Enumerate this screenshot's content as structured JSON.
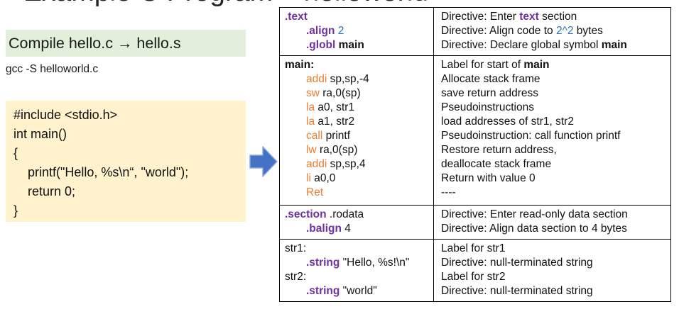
{
  "title": {
    "text": "Example C Program – helloworld"
  },
  "left_panel": {
    "compile_banner": "Compile hello.c → hello.s",
    "gcc_command": "gcc -S helloworld.c",
    "c_code_lines": [
      "#include <stdio.h>",
      "int main()",
      "{",
      "    printf(\"Hello, %s\\n“, \"world\");",
      "    return 0;",
      "}"
    ]
  },
  "arrow_icon": "right-block-arrow",
  "colors": {
    "directive_purple": "#7030A0",
    "mnemonic_orange": "#ED7D31",
    "literal_blue": "#2E75B6",
    "arrow_blue": "#4472C4",
    "banner_green": "#E2EFDA",
    "code_cream": "#FFF2CC",
    "table_border": "#000000"
  },
  "table": {
    "rows": [
      {
        "asm": [
          {
            "ind": false,
            "seg": [
              [
                "dir",
                ".text"
              ]
            ]
          },
          {
            "ind": true,
            "seg": [
              [
                "dir",
                ".align"
              ],
              [
                "p",
                " "
              ],
              [
                "num",
                "2"
              ]
            ]
          },
          {
            "ind": true,
            "seg": [
              [
                "dir",
                ".globl"
              ],
              [
                "b",
                " main"
              ]
            ]
          }
        ],
        "desc": [
          {
            "seg": [
              [
                "p",
                "Directive: Enter "
              ],
              [
                "dir",
                "text"
              ],
              [
                "p",
                " section"
              ]
            ]
          },
          {
            "seg": [
              [
                "p",
                "Directive: Align code to "
              ],
              [
                "num",
                "2^2"
              ],
              [
                "p",
                " bytes"
              ]
            ]
          },
          {
            "seg": [
              [
                "p",
                "Directive: Declare global symbol "
              ],
              [
                "b",
                "main"
              ]
            ]
          }
        ]
      },
      {
        "asm": [
          {
            "ind": false,
            "seg": [
              [
                "b",
                "main:"
              ]
            ]
          },
          {
            "ind": true,
            "seg": [
              [
                "op",
                "addi"
              ],
              [
                "p",
                " sp,sp,-4"
              ]
            ]
          },
          {
            "ind": true,
            "seg": [
              [
                "op",
                "sw"
              ],
              [
                "p",
                " ra,0(sp)"
              ]
            ]
          },
          {
            "ind": true,
            "seg": [
              [
                "op",
                "la"
              ],
              [
                "p",
                " a0, str1"
              ]
            ]
          },
          {
            "ind": true,
            "seg": [
              [
                "op",
                "la"
              ],
              [
                "p",
                " a1, str2"
              ]
            ]
          },
          {
            "ind": true,
            "seg": [
              [
                "op",
                "call"
              ],
              [
                "p",
                " printf"
              ]
            ]
          },
          {
            "ind": true,
            "seg": [
              [
                "op",
                "lw"
              ],
              [
                "p",
                " ra,0(sp)"
              ]
            ]
          },
          {
            "ind": true,
            "seg": [
              [
                "op",
                "addi"
              ],
              [
                "p",
                " sp,sp,4"
              ]
            ]
          },
          {
            "ind": true,
            "seg": [
              [
                "op",
                "li"
              ],
              [
                "p",
                " a0,0"
              ]
            ]
          },
          {
            "ind": true,
            "seg": [
              [
                "op",
                "Ret"
              ]
            ]
          }
        ],
        "desc": [
          {
            "seg": [
              [
                "p",
                "Label for start of "
              ],
              [
                "b",
                "main"
              ]
            ]
          },
          {
            "seg": [
              [
                "p",
                "Allocate stack frame"
              ]
            ]
          },
          {
            "seg": [
              [
                "p",
                "save return address"
              ]
            ]
          },
          {
            "seg": [
              [
                "p",
                "Pseudoinstructions"
              ]
            ]
          },
          {
            "seg": [
              [
                "p",
                "load addresses of str1, str2"
              ]
            ]
          },
          {
            "seg": [
              [
                "p",
                "Pseudoinstruction: call function printf"
              ]
            ]
          },
          {
            "seg": [
              [
                "p",
                "Restore return address,"
              ]
            ]
          },
          {
            "seg": [
              [
                "p",
                "deallocate stack frame"
              ]
            ]
          },
          {
            "seg": [
              [
                "p",
                "Return with value 0"
              ]
            ]
          },
          {
            "seg": [
              [
                "p",
                "----"
              ]
            ]
          }
        ]
      },
      {
        "asm": [
          {
            "ind": false,
            "seg": [
              [
                "dir",
                ".section"
              ],
              [
                "p",
                " .rodata"
              ]
            ]
          },
          {
            "ind": true,
            "seg": [
              [
                "dir",
                ".balign"
              ],
              [
                "p",
                " 4"
              ]
            ]
          }
        ],
        "desc": [
          {
            "seg": [
              [
                "p",
                "Directive: Enter read-only data section"
              ]
            ]
          },
          {
            "seg": [
              [
                "p",
                "Directive: Align data section to 4 bytes"
              ]
            ]
          }
        ]
      },
      {
        "asm": [
          {
            "ind": false,
            "seg": [
              [
                "p",
                "str1:"
              ]
            ]
          },
          {
            "ind": true,
            "seg": [
              [
                "dir",
                ".string"
              ],
              [
                "p",
                " \"Hello, %s!\\n\""
              ]
            ]
          },
          {
            "ind": false,
            "seg": [
              [
                "p",
                "str2:"
              ]
            ]
          },
          {
            "ind": true,
            "seg": [
              [
                "dir",
                ".string"
              ],
              [
                "p",
                " \"world\""
              ]
            ]
          }
        ],
        "desc": [
          {
            "seg": [
              [
                "p",
                "Label for str1"
              ]
            ]
          },
          {
            "seg": [
              [
                "p",
                "Directive: null-terminated string"
              ]
            ]
          },
          {
            "seg": [
              [
                "p",
                "Label for str2"
              ]
            ]
          },
          {
            "seg": [
              [
                "p",
                "Directive: null-terminated string"
              ]
            ]
          }
        ]
      }
    ]
  }
}
